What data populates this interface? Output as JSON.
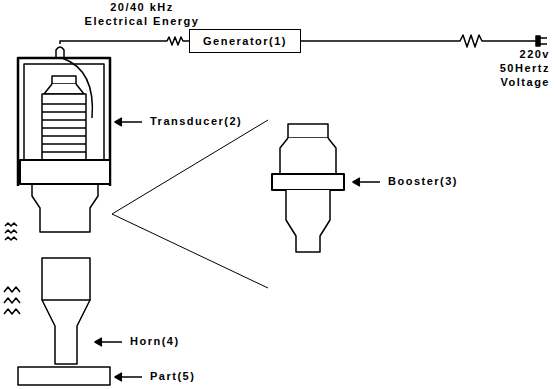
{
  "diagram": {
    "nodes": [
      {
        "text": [
          "Generator(1)"
        ]
      }
    ],
    "labels": [
      "20/40 kHz",
      "Electrical Energy",
      "220v",
      "50Hertz",
      "Voltage",
      "Transducer(2)",
      "Booster(3)",
      "Horn(4)",
      "Part(5)"
    ]
  }
}
